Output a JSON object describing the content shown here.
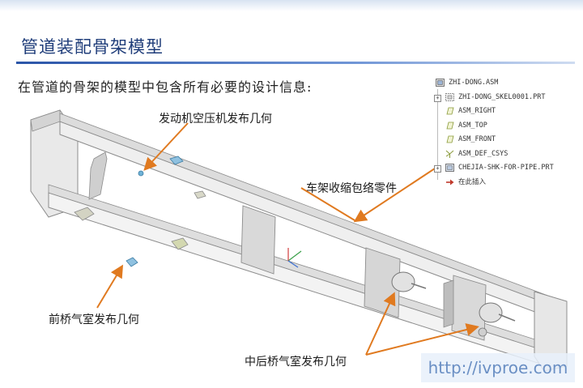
{
  "slide": {
    "title": "管道装配骨架模型",
    "subtitle": "在管道的骨架的模型中包含所有必要的设计信息:"
  },
  "callouts": {
    "engine_compressor": "发动机空压机发布几何",
    "frame_shrinkwrap": "车架收缩包络零件",
    "front_axle_chamber": "前桥气室发布几何",
    "mid_rear_axle_chamber": "中后桥气室发布几何"
  },
  "model_tree": {
    "root": {
      "label": "ZHI-DONG.ASM",
      "icon": "assembly-icon"
    },
    "items": [
      {
        "label": "ZHI-DONG_SKEL0001.PRT",
        "icon": "skeleton-part-icon",
        "expandable": true
      },
      {
        "label": "ASM_RIGHT",
        "icon": "datum-plane-icon",
        "expandable": false
      },
      {
        "label": "ASM_TOP",
        "icon": "datum-plane-icon",
        "expandable": false
      },
      {
        "label": "ASM_FRONT",
        "icon": "datum-plane-icon",
        "expandable": false
      },
      {
        "label": "ASM_DEF_CSYS",
        "icon": "coordinate-system-icon",
        "expandable": false
      },
      {
        "label": "CHEJIA-SHK-FOR-PIPE.PRT",
        "icon": "part-icon",
        "expandable": true
      },
      {
        "label": "在此插入",
        "icon": "insert-here-arrow-icon",
        "expandable": false
      }
    ],
    "expander_symbol": "+"
  },
  "watermark": "http://ivproe.com",
  "colors": {
    "title": "#1f3d7a",
    "rule": "#2b55a8",
    "arrow": "#e07a20",
    "frame": "#e6e6e6",
    "frame_edge": "#8c8c8c",
    "watermark": "#6a8fc4"
  }
}
